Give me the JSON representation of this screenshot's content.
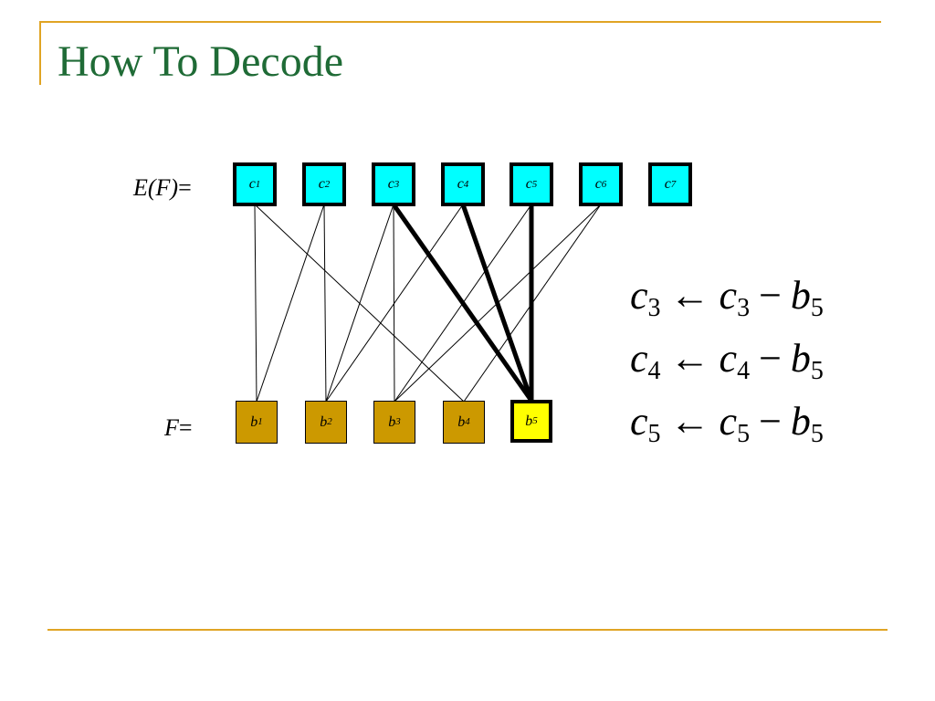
{
  "title": "How To Decode",
  "encoded_label": {
    "italic": "E(F)",
    "tail": "="
  },
  "source_label": {
    "italic": "F",
    "tail": "="
  },
  "encoded_nodes": [
    {
      "var": "c",
      "sub": "1"
    },
    {
      "var": "c",
      "sub": "2"
    },
    {
      "var": "c",
      "sub": "3"
    },
    {
      "var": "c",
      "sub": "4"
    },
    {
      "var": "c",
      "sub": "5"
    },
    {
      "var": "c",
      "sub": "6"
    },
    {
      "var": "c",
      "sub": "7"
    }
  ],
  "source_nodes": [
    {
      "var": "b",
      "sub": "1"
    },
    {
      "var": "b",
      "sub": "2"
    },
    {
      "var": "b",
      "sub": "3"
    },
    {
      "var": "b",
      "sub": "4"
    },
    {
      "var": "b",
      "sub": "5",
      "selected": true
    }
  ],
  "edges": [
    {
      "from": "c1",
      "to": "b1"
    },
    {
      "from": "c1",
      "to": "b4"
    },
    {
      "from": "c2",
      "to": "b1"
    },
    {
      "from": "c2",
      "to": "b2"
    },
    {
      "from": "c3",
      "to": "b2"
    },
    {
      "from": "c3",
      "to": "b3"
    },
    {
      "from": "c3",
      "to": "b5",
      "bold": true
    },
    {
      "from": "c4",
      "to": "b2"
    },
    {
      "from": "c4",
      "to": "b5",
      "bold": true
    },
    {
      "from": "c5",
      "to": "b3"
    },
    {
      "from": "c5",
      "to": "b5",
      "bold": true
    },
    {
      "from": "c6",
      "to": "b3"
    },
    {
      "from": "c6",
      "to": "b4"
    }
  ],
  "equations": [
    {
      "lhs": {
        "var": "c",
        "sub": "3"
      },
      "arrow": "←",
      "r1": {
        "var": "c",
        "sub": "3"
      },
      "minus": "−",
      "r2": {
        "var": "b",
        "sub": "5"
      }
    },
    {
      "lhs": {
        "var": "c",
        "sub": "4"
      },
      "arrow": "←",
      "r1": {
        "var": "c",
        "sub": "4"
      },
      "minus": "−",
      "r2": {
        "var": "b",
        "sub": "5"
      }
    },
    {
      "lhs": {
        "var": "c",
        "sub": "5"
      },
      "arrow": "←",
      "r1": {
        "var": "c",
        "sub": "5"
      },
      "minus": "−",
      "r2": {
        "var": "b",
        "sub": "5"
      }
    }
  ],
  "colors": {
    "title": "#1f6b36",
    "accent_rule": "#e0a424",
    "encoded_fill": "#00ffff",
    "source_fill": "#cc9900",
    "selected_fill": "#ffff00"
  }
}
